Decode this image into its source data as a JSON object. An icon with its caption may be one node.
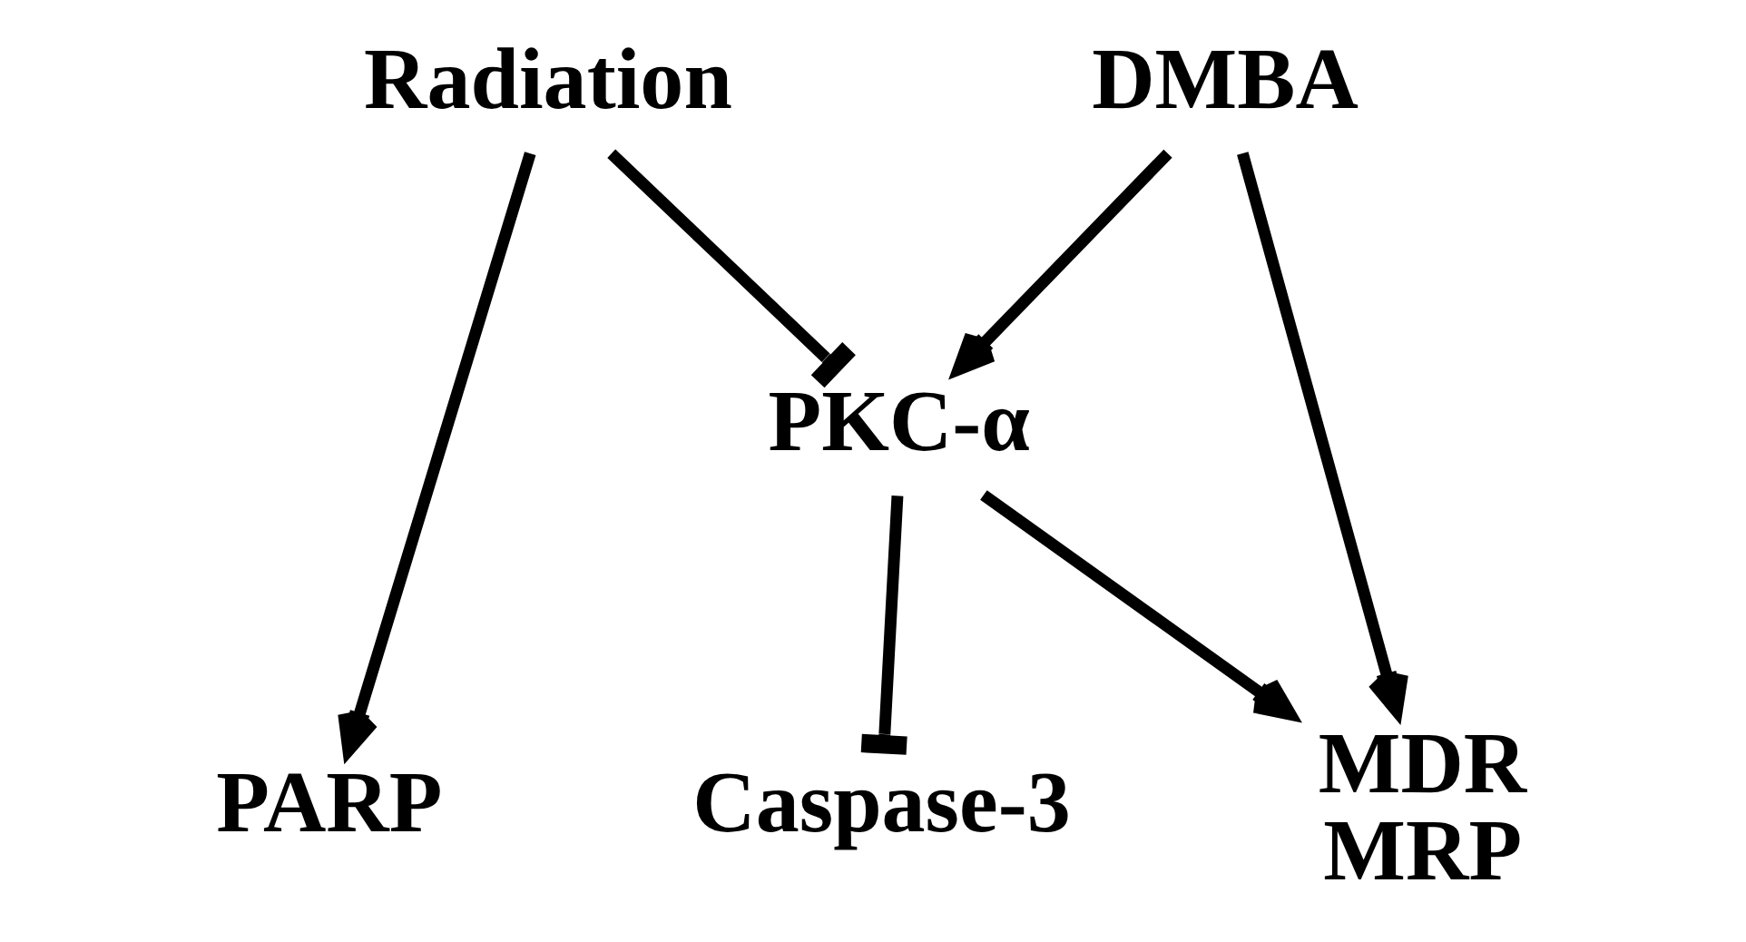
{
  "diagram": {
    "nodes": [
      {
        "text": [
          "Radiation"
        ]
      },
      {
        "text": [
          "DMBA"
        ]
      },
      {
        "text": [
          "PKC-α"
        ]
      },
      {
        "text": [
          "PARP"
        ]
      },
      {
        "text": [
          "Caspase-3"
        ]
      },
      {
        "text": [
          "MDR",
          "MRP"
        ]
      }
    ],
    "edges": [
      {
        "from": 0,
        "to": 2,
        "arrow": "other"
      },
      {
        "from": 0,
        "to": 3,
        "arrow": "to"
      },
      {
        "from": 1,
        "to": 2,
        "arrow": "to"
      },
      {
        "from": 1,
        "to": 5,
        "arrow": "to"
      },
      {
        "from": 2,
        "to": 5,
        "arrow": "to"
      },
      {
        "from": 2,
        "to": 4,
        "arrow": "other"
      }
    ]
  }
}
